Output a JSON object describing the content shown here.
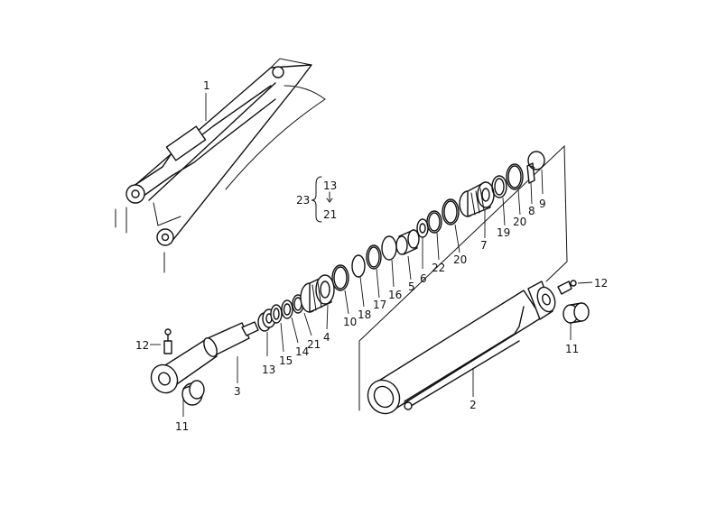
{
  "callouts": {
    "c1": "1",
    "c2": "2",
    "c3": "3",
    "c4": "4",
    "c5": "5",
    "c6": "6",
    "c7": "7",
    "c8": "8",
    "c9": "9",
    "c10": "10",
    "c11a": "11",
    "c11b": "11",
    "c12a": "12",
    "c12b": "12",
    "c13": "13",
    "c14": "14",
    "c15": "15",
    "c16": "16",
    "c17": "17",
    "c18": "18",
    "c19": "19",
    "c20a": "20",
    "c20b": "20",
    "c21": "21",
    "c22": "22"
  },
  "kit": {
    "label": "23",
    "from": "13",
    "to": "21"
  },
  "colors": {
    "ink": "#111111",
    "paper": "#ffffff"
  }
}
